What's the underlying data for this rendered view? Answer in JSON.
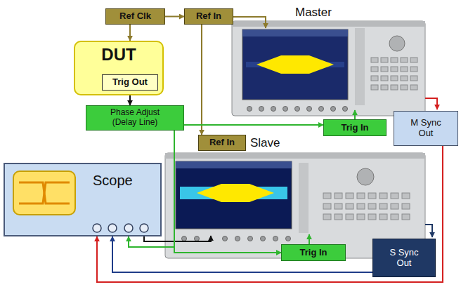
{
  "diagram": {
    "nodes": [
      {
        "text": [
          "Ref Clk"
        ]
      },
      {
        "text": [
          "Ref In"
        ]
      },
      {
        "text": [
          "DUT"
        ]
      },
      {
        "text": [
          "Trig Out"
        ],
        "in": 2
      },
      {
        "text": [
          "Phase Adjust (Delay Line)"
        ]
      },
      {
        "text": [
          "Trig In"
        ]
      },
      {
        "text": [
          "M Sync Out"
        ]
      },
      {
        "text": [
          "Ref In"
        ]
      },
      {
        "text": [
          "Scope"
        ]
      },
      {
        "text": [
          "Trig In"
        ]
      },
      {
        "text": [
          "S Sync Out"
        ]
      }
    ],
    "edges": [
      {
        "from": 0,
        "to": 1,
        "arrow": "to"
      },
      {
        "from": 0,
        "to": 2,
        "arrow": "to"
      },
      {
        "from": 1,
        "to": 7,
        "arrow": "to"
      },
      {
        "from": 3,
        "to": 4,
        "arrow": "to"
      },
      {
        "from": 4,
        "to": 5,
        "arrow": "to"
      },
      {
        "from": 4,
        "to": 9,
        "arrow": "to"
      },
      {
        "from": 4,
        "to": 8,
        "arrow": "to"
      },
      {
        "from": 6,
        "to": 8,
        "arrow": "to"
      },
      {
        "from": 10,
        "to": 8,
        "arrow": "to"
      }
    ],
    "labels": [
      "Master",
      "Slave"
    ]
  }
}
